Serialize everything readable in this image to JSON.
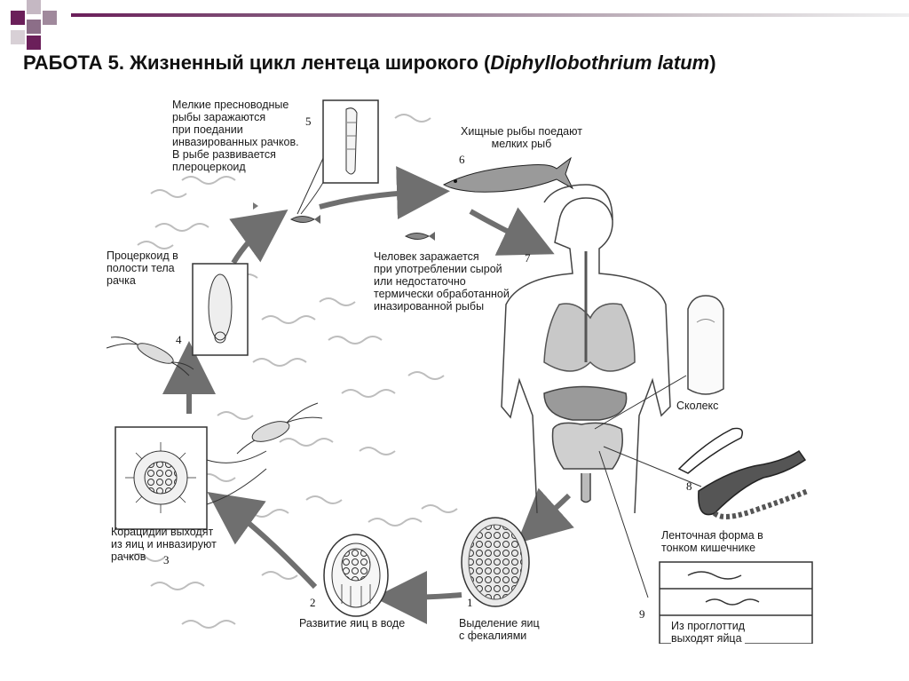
{
  "colors": {
    "accent": "#6b1f5a",
    "arrow": "#6f6f6f",
    "wave": "#bdbdbd"
  },
  "header": {
    "title_prefix": "РАБОТА 5. Жизненный цикл лентеца широкого (",
    "title_latin": "Diphyllobothrium latum",
    "title_suffix": ")"
  },
  "diagram": {
    "labels": {
      "fish_infection": [
        "Мелкие пресноводные",
        "рыбы заражаются",
        "при поедании",
        "инвазированных рачков.",
        "В рыбе развивается",
        "плероцеркоид"
      ],
      "predatory_fish": [
        "Хищные рыбы поедают",
        "мелких рыб"
      ],
      "human_infection": [
        "Человек заражается",
        "при употреблении сырой",
        "или недостаточно",
        "термически обработанной",
        "иназированной рыбы"
      ],
      "procercoid": [
        "Процеркоид в",
        "полости тела",
        "рачка"
      ],
      "coracidia": [
        "Корацидии выходят",
        "из яиц и инвазируют",
        "рачков"
      ],
      "egg_development": [
        "Развитие яиц в воде"
      ],
      "egg_excretion": [
        "Выделение яиц",
        "с фекалиями"
      ],
      "scolex": [
        "Сколекс"
      ],
      "tape_form": [
        "Ленточная форма в",
        "тонком кишечнике"
      ],
      "proglottid": [
        "Из проглоттид",
        "выходят яйца"
      ]
    },
    "numbers": [
      "1",
      "2",
      "3",
      "4",
      "5",
      "6",
      "7",
      "8",
      "9"
    ],
    "icons": [
      "fish-icon",
      "pike-icon",
      "crustacean-icon",
      "human-body-icon",
      "egg-icon",
      "tapeworm-icon"
    ]
  }
}
